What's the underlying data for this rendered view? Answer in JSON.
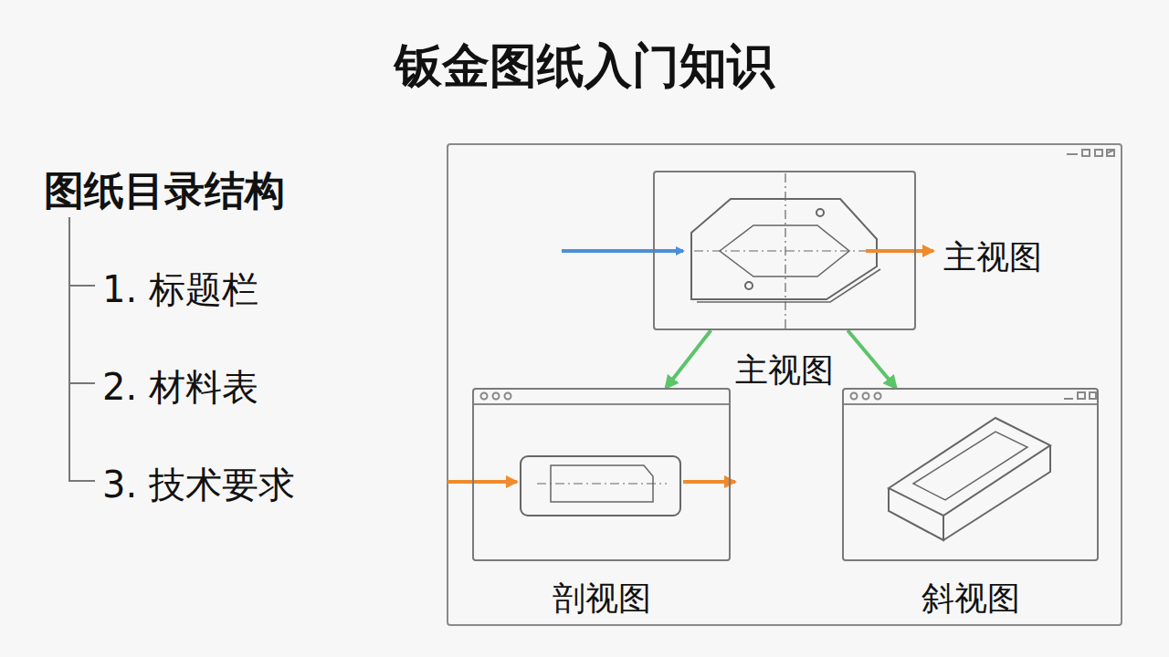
{
  "diagram": {
    "title": "钣金图纸入门知识",
    "nodes": [
      {
        "text": [
          "主视图"
        ]
      },
      {
        "text": [
          "剖视图"
        ]
      },
      {
        "text": [
          "斜视图"
        ]
      }
    ],
    "edges": [
      {
        "from": 0,
        "to": 1,
        "arrow": "to"
      },
      {
        "from": 0,
        "to": 2,
        "arrow": "to"
      }
    ],
    "labels": [
      "图纸目录结构",
      "1. 标题栏",
      "2. 材料表",
      "3. 技术要求",
      "主视图"
    ]
  }
}
